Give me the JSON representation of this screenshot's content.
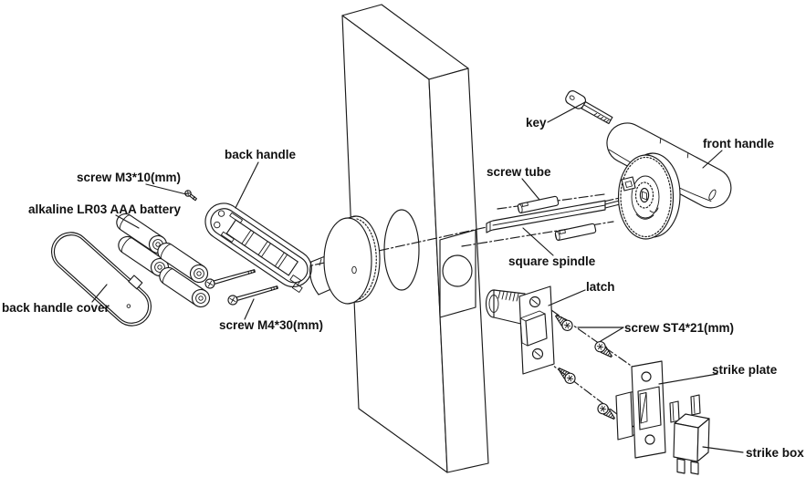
{
  "figure": {
    "background": "#ffffff",
    "line_color": "#1a1a1a"
  },
  "parts": [
    {
      "id": "screw-m3",
      "label": "screw M3*10(mm)"
    },
    {
      "id": "battery",
      "label": "alkaline LR03 AAA battery"
    },
    {
      "id": "back-handle",
      "label": "back handle"
    },
    {
      "id": "back-handle-cover",
      "label": "back handle cover"
    },
    {
      "id": "screw-m4",
      "label": "screw M4*30(mm)"
    },
    {
      "id": "screw-tube",
      "label": "screw tube"
    },
    {
      "id": "square-spindle",
      "label": "square spindle"
    },
    {
      "id": "key",
      "label": "key"
    },
    {
      "id": "front-handle",
      "label": "front handle"
    },
    {
      "id": "latch",
      "label": "latch"
    },
    {
      "id": "screw-st4",
      "label": "screw ST4*21(mm)"
    },
    {
      "id": "strike-plate",
      "label": "strike plate"
    },
    {
      "id": "strike-box",
      "label": "strike box"
    }
  ]
}
